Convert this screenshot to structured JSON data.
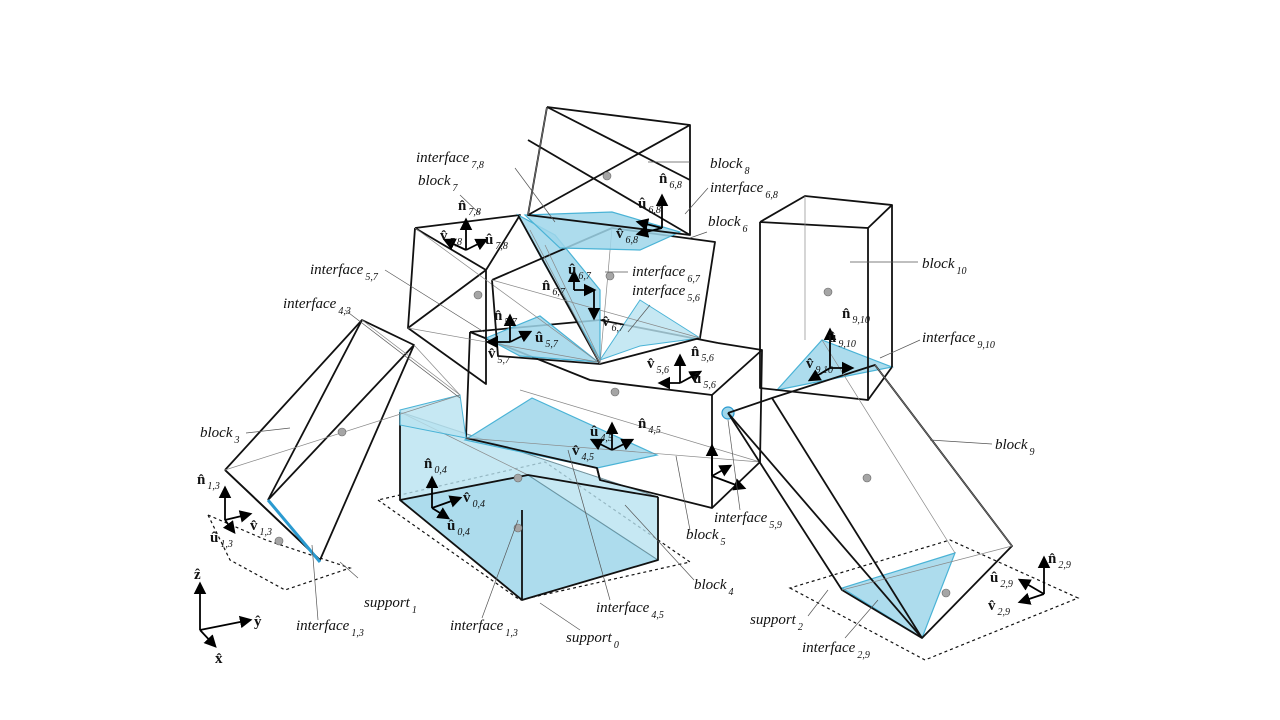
{
  "labels": {
    "block_3": {
      "base": "block",
      "sub": "3"
    },
    "block_4": {
      "base": "block",
      "sub": "4"
    },
    "block_5": {
      "base": "block",
      "sub": "5"
    },
    "block_6": {
      "base": "block",
      "sub": "6"
    },
    "block_7": {
      "base": "block",
      "sub": "7"
    },
    "block_8": {
      "base": "block",
      "sub": "8"
    },
    "block_9": {
      "base": "block",
      "sub": "9"
    },
    "block_10": {
      "base": "block",
      "sub": "10"
    },
    "interface_7_8": {
      "base": "interface",
      "sub": "7,8"
    },
    "interface_6_8": {
      "base": "interface",
      "sub": "6,8"
    },
    "interface_5_7": {
      "base": "interface",
      "sub": "5,7"
    },
    "interface_6_7": {
      "base": "interface",
      "sub": "6,7"
    },
    "interface_5_6": {
      "base": "interface",
      "sub": "5,6"
    },
    "interface_4_3": {
      "base": "interface",
      "sub": "4,3"
    },
    "interface_9_10": {
      "base": "interface",
      "sub": "9,10"
    },
    "interface_5_9": {
      "base": "interface",
      "sub": "5,9"
    },
    "interface_1_3_a": {
      "base": "interface",
      "sub": "1,3"
    },
    "interface_1_3_b": {
      "base": "interface",
      "sub": "1,3"
    },
    "interface_4_5": {
      "base": "interface",
      "sub": "4,5"
    },
    "interface_2_9": {
      "base": "interface",
      "sub": "2,9"
    },
    "support_0": {
      "base": "support",
      "sub": "0"
    },
    "support_1": {
      "base": "support",
      "sub": "1"
    },
    "support_2": {
      "base": "support",
      "sub": "2"
    }
  },
  "vectors": {
    "n_7_8": {
      "base": "n̂",
      "sub": "7,8"
    },
    "v_7_8": {
      "base": "v̂",
      "sub": "7,8"
    },
    "u_7_8": {
      "base": "û",
      "sub": "7,8"
    },
    "n_6_8": {
      "base": "n̂",
      "sub": "6,8"
    },
    "u_6_8": {
      "base": "û",
      "sub": "6,8"
    },
    "v_6_8": {
      "base": "v̂",
      "sub": "6,8"
    },
    "u_6_7": {
      "base": "û",
      "sub": "6,7"
    },
    "n_6_7": {
      "base": "n̂",
      "sub": "6,7"
    },
    "v_6_7": {
      "base": "v̂",
      "sub": "6,7"
    },
    "n_5_7": {
      "base": "n̂",
      "sub": "5,7"
    },
    "v_5_7": {
      "base": "v̂",
      "sub": "5,7"
    },
    "u_5_7": {
      "base": "û",
      "sub": "5,7"
    },
    "n_5_6": {
      "base": "n̂",
      "sub": "5,6"
    },
    "v_5_6": {
      "base": "v̂",
      "sub": "5,6"
    },
    "u_5_6": {
      "base": "û",
      "sub": "5,6"
    },
    "n_9_10": {
      "base": "n̂",
      "sub": "9,10"
    },
    "u_9_10": {
      "base": "û",
      "sub": "9,10"
    },
    "v_9_10": {
      "base": "v̂",
      "sub": "9,10"
    },
    "n_4_5": {
      "base": "n̂",
      "sub": "4,5"
    },
    "u_4_5": {
      "base": "û",
      "sub": "4,5"
    },
    "v_4_5": {
      "base": "v̂",
      "sub": "4,5"
    },
    "n_0_4": {
      "base": "n̂",
      "sub": "0,4"
    },
    "v_0_4": {
      "base": "v̂",
      "sub": "0,4"
    },
    "u_0_4": {
      "base": "û",
      "sub": "0,4"
    },
    "n_1_3": {
      "base": "n̂",
      "sub": "1,3"
    },
    "v_1_3": {
      "base": "v̂",
      "sub": "1,3"
    },
    "u_1_3": {
      "base": "û",
      "sub": "1,3"
    },
    "n_2_9": {
      "base": "n̂",
      "sub": "2,9"
    },
    "u_2_9": {
      "base": "û",
      "sub": "2,9"
    },
    "v_2_9": {
      "base": "v̂",
      "sub": "2,9"
    }
  },
  "axes": {
    "z": "ẑ",
    "y": "ŷ",
    "x": "x̂"
  },
  "colors": {
    "interface_fill": "#9fd6ea",
    "interface_stroke": "#4ab3d6",
    "edge": "#111111"
  }
}
